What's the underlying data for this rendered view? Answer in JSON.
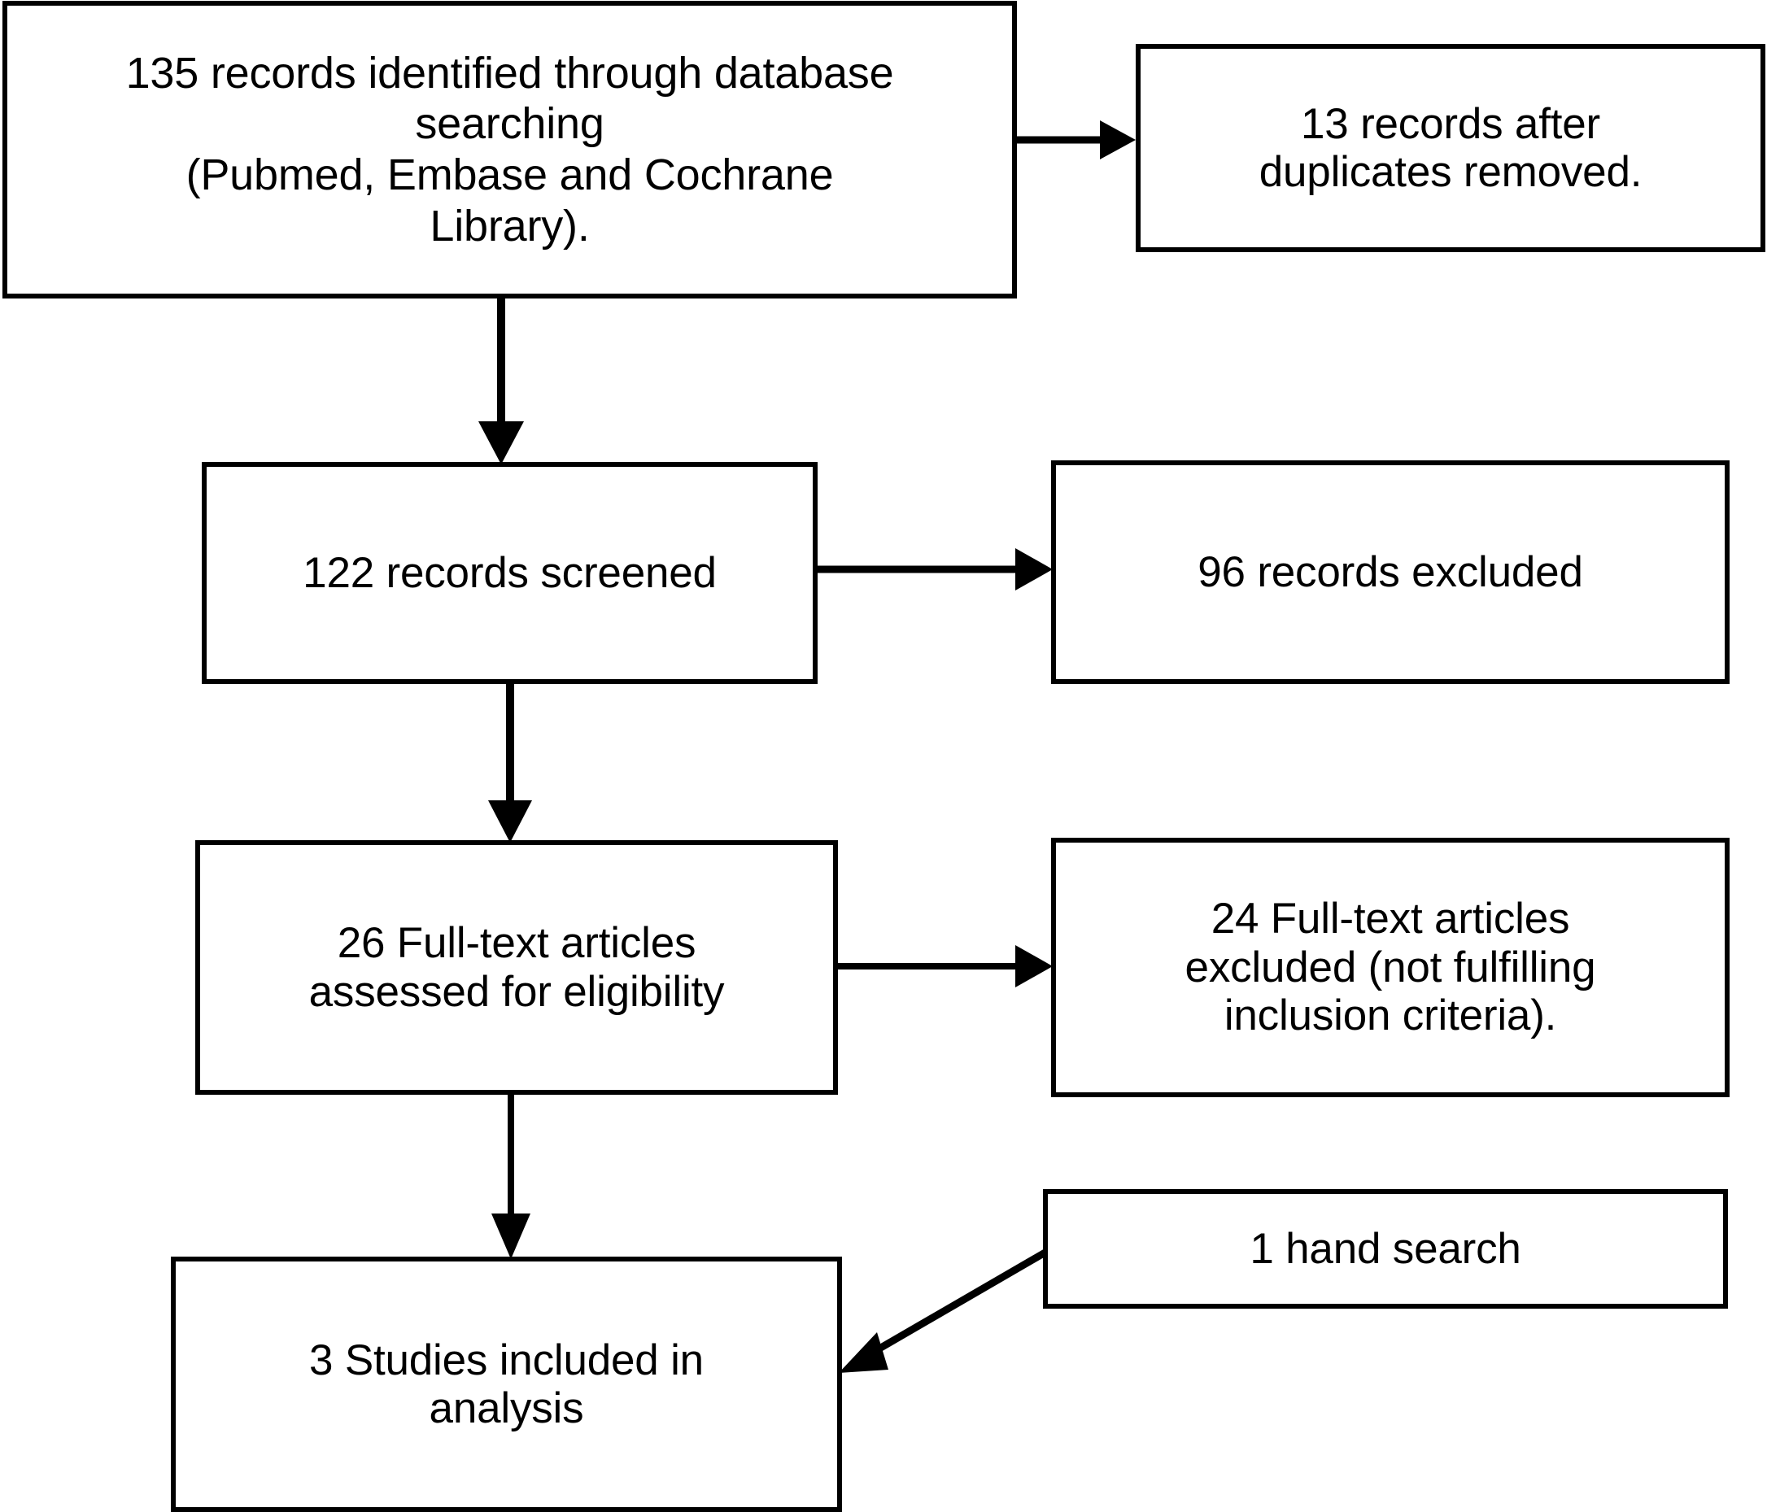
{
  "diagram": {
    "type": "prisma-flow-diagram",
    "title": "",
    "stroke_color": "#000000",
    "background_color": "#ffffff",
    "boxes": [
      {
        "id": "identified",
        "label": "135 records identified through database searching (Pubmed, Embase and Cochrane Library).",
        "text": "135 records identified through database\nsearching\n(Pubmed, Embase and Cochrane\nLibrary).",
        "count": 135
      },
      {
        "id": "duplicates",
        "label": "13 records after duplicates removed.",
        "text": "13  records after\nduplicates removed.",
        "count": 13
      },
      {
        "id": "screened",
        "label": "122 records screened",
        "text": "122 records screened",
        "count": 122
      },
      {
        "id": "excluded",
        "label": "96 records excluded",
        "text": "96 records excluded",
        "count": 96
      },
      {
        "id": "fulltext",
        "label": "26 Full-text articles assessed for eligibility",
        "text": "26 Full-text articles\nassessed for eligibility",
        "count": 26
      },
      {
        "id": "fulltext-excluded",
        "label": "24 Full-text articles excluded (not fulfilling inclusion criteria).",
        "text": "24 Full-text articles\nexcluded (not fulfilling\ninclusion criteria).",
        "count": 24
      },
      {
        "id": "included",
        "label": "3 Studies included in analysis",
        "text": "3 Studies included in\nanalysis",
        "count": 3
      },
      {
        "id": "handsearch",
        "label": "1 hand search",
        "text": "1 hand search",
        "count": 1
      }
    ],
    "arrows": [
      {
        "id": "identified-to-duplicates",
        "from": "identified",
        "to": "duplicates",
        "direction": "right"
      },
      {
        "id": "identified-to-screened",
        "from": "identified",
        "to": "screened",
        "direction": "down"
      },
      {
        "id": "screened-to-excluded",
        "from": "screened",
        "to": "excluded",
        "direction": "right"
      },
      {
        "id": "screened-to-fulltext",
        "from": "screened",
        "to": "fulltext",
        "direction": "down"
      },
      {
        "id": "fulltext-to-fulltext-excluded",
        "from": "fulltext",
        "to": "fulltext-excluded",
        "direction": "right"
      },
      {
        "id": "fulltext-to-included",
        "from": "fulltext",
        "to": "included",
        "direction": "down"
      },
      {
        "id": "handsearch-to-included",
        "from": "handsearch",
        "to": "included",
        "direction": "diagonal-down-left"
      }
    ]
  }
}
